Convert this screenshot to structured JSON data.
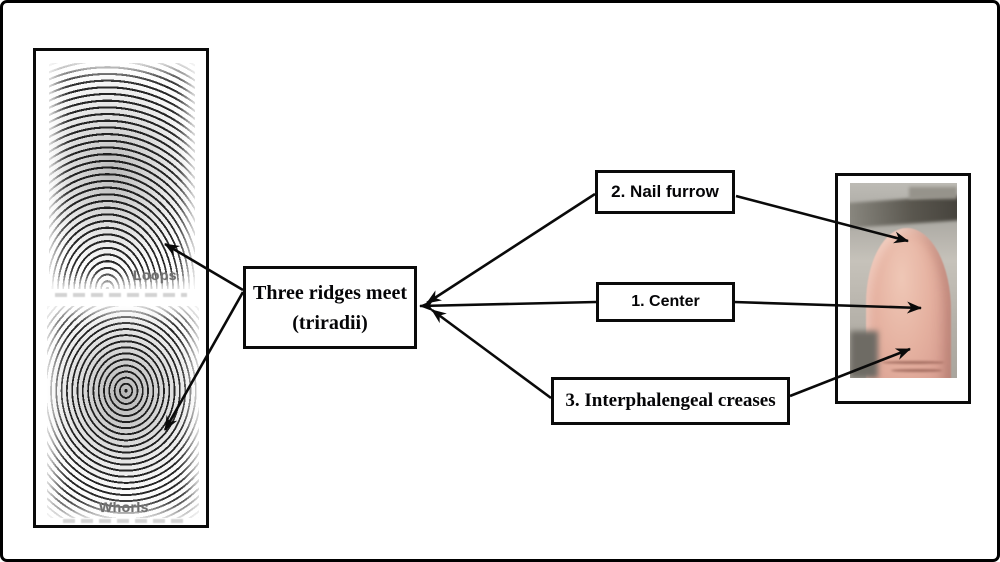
{
  "diagram": {
    "fingerprint_panel": {
      "loops_label": "Loops",
      "whorls_label": "Whorls"
    },
    "triradii_box": {
      "line1": "Three ridges meet",
      "line2": "(triradii)"
    },
    "feature_labels": {
      "nail_furrow": "2. Nail furrow",
      "center": "1. Center",
      "interphalengeal_creases": "3. Interphalengeal creases"
    },
    "connections": [
      {
        "from": "triradii-box",
        "to": "loops-fingerprint"
      },
      {
        "from": "triradii-box",
        "to": "whorls-fingerprint"
      },
      {
        "from": "nail-furrow-label",
        "to": "triradii-box"
      },
      {
        "from": "center-label",
        "to": "triradii-box"
      },
      {
        "from": "interphalengeal-creases-label",
        "to": "triradii-box"
      },
      {
        "from": "nail-furrow-label",
        "to": "finger-photo-nail-furrow"
      },
      {
        "from": "center-label",
        "to": "finger-photo-center"
      },
      {
        "from": "interphalengeal-creases-label",
        "to": "finger-photo-creases"
      }
    ],
    "colors": {
      "line_black": "#0a0a0a",
      "print_label_gray": "#6f6f6f",
      "finger_skin": "#e2ab9b"
    }
  }
}
